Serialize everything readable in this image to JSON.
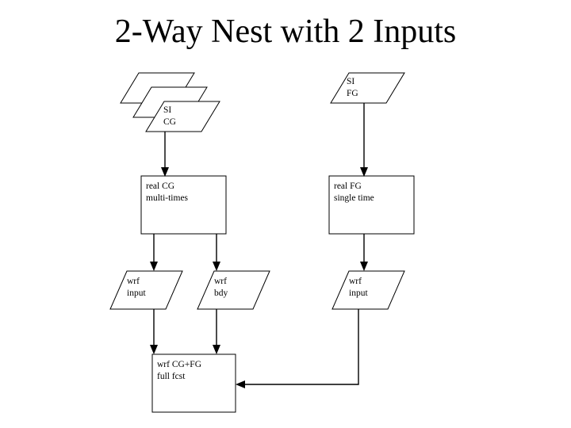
{
  "page": {
    "title": "2-Way Nest with 2 Inputs",
    "background_color": "#ffffff",
    "stroke_color": "#000000",
    "text_color": "#000000"
  },
  "diagram": {
    "type": "flowchart",
    "orientation": "top-to-bottom",
    "columns": [
      "coarse-grid",
      "fine-grid"
    ],
    "nodes": [
      {
        "id": "si-cg",
        "shape": "parallelogram-stack",
        "stack_count": 3,
        "line1": "SI",
        "line2": "CG",
        "column": "coarse-grid",
        "row": 1
      },
      {
        "id": "si-fg",
        "shape": "parallelogram",
        "stack_count": 1,
        "line1": "SI",
        "line2": "FG",
        "column": "fine-grid",
        "row": 1
      },
      {
        "id": "real-cg",
        "shape": "rectangle",
        "line1": "real CG",
        "line2": "multi-times",
        "column": "coarse-grid",
        "row": 2
      },
      {
        "id": "real-fg",
        "shape": "rectangle",
        "line1": "real FG",
        "line2": "single time",
        "column": "fine-grid",
        "row": 2
      },
      {
        "id": "wrf-input-cg",
        "shape": "parallelogram",
        "line1": "wrf",
        "line2": "input",
        "column": "coarse-grid",
        "row": 3
      },
      {
        "id": "wrf-bdy",
        "shape": "parallelogram",
        "line1": "wrf",
        "line2": "bdy",
        "column": "coarse-grid",
        "row": 3
      },
      {
        "id": "wrf-input-fg",
        "shape": "parallelogram",
        "line1": "wrf",
        "line2": "input",
        "column": "fine-grid",
        "row": 3
      },
      {
        "id": "wrf-cg-fg",
        "shape": "rectangle",
        "line1": "wrf CG+FG",
        "line2": "full fcst",
        "column": "coarse-grid",
        "row": 4
      }
    ],
    "edges": [
      {
        "id": "edge-si-cg-to-real-cg",
        "from": "si-cg",
        "to": "real-cg"
      },
      {
        "id": "edge-si-fg-to-real-fg",
        "from": "si-fg",
        "to": "real-fg"
      },
      {
        "id": "edge-real-cg-to-wrf-input",
        "from": "real-cg",
        "to": "wrf-input-cg"
      },
      {
        "id": "edge-real-cg-to-wrf-bdy",
        "from": "real-cg",
        "to": "wrf-bdy"
      },
      {
        "id": "edge-real-fg-to-wrf-input-fg",
        "from": "real-fg",
        "to": "wrf-input-fg"
      },
      {
        "id": "edge-wrf-input-to-wrf-cg-fg",
        "from": "wrf-input-cg",
        "to": "wrf-cg-fg"
      },
      {
        "id": "edge-wrf-bdy-to-wrf-cg-fg",
        "from": "wrf-bdy",
        "to": "wrf-cg-fg"
      },
      {
        "id": "edge-wrf-input-fg-to-wrf-cg-fg",
        "from": "wrf-input-fg",
        "to": "wrf-cg-fg"
      }
    ]
  }
}
